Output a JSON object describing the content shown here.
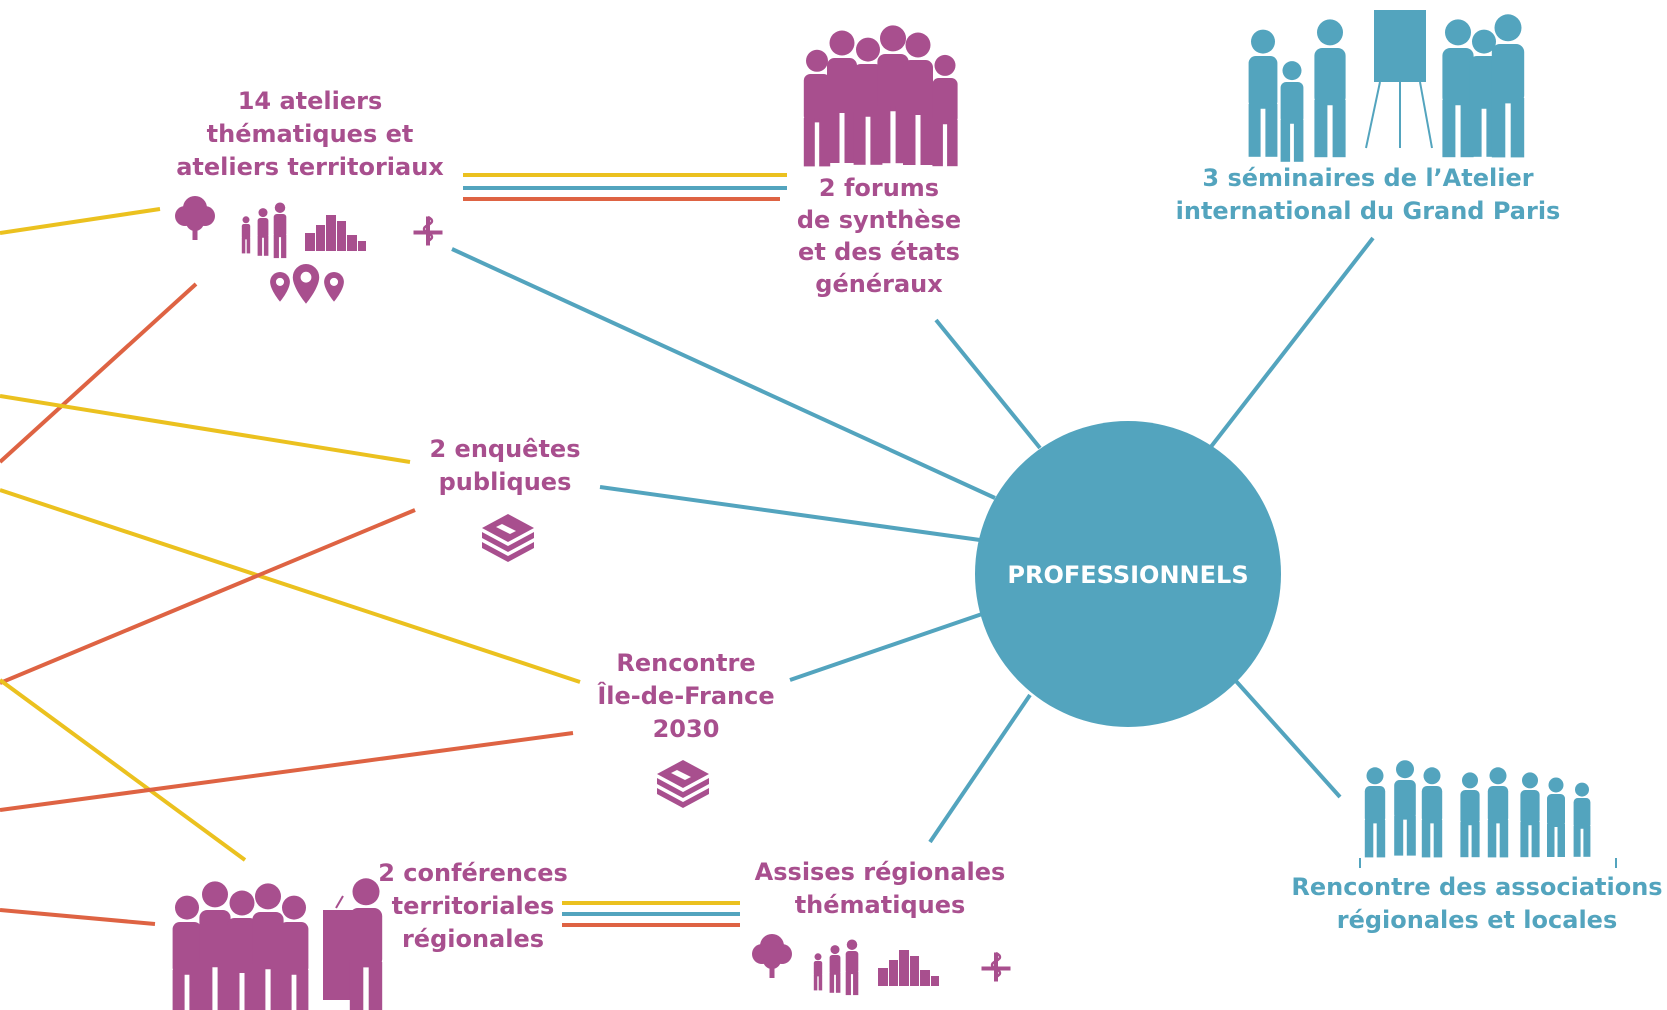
{
  "colors": {
    "magenta": "#A84F8E",
    "teal": "#53A4BE",
    "yellow": "#EBC11F",
    "orange": "#DE6343",
    "white": "#FFFFFF"
  },
  "hub": {
    "label": "PROFESSIONNELS"
  },
  "nodes": {
    "ateliers": {
      "lines": [
        "14 ateliers",
        "thématiques et",
        "ateliers territoriaux"
      ],
      "icons": [
        "tree-icon",
        "family-icon",
        "city-skyline-icon",
        "health-icon",
        "location-pins-icon"
      ]
    },
    "forums": {
      "lines": [
        "2 forums",
        "de synthèse",
        "et des états",
        "généraux"
      ],
      "icons": [
        "group-of-people-icon"
      ]
    },
    "seminaires": {
      "lines": [
        "3 séminaires de l’Atelier",
        "international du Grand Paris"
      ],
      "icons": [
        "presentation-meeting-icon"
      ]
    },
    "enquetes": {
      "lines": [
        "2 enquêtes",
        "publiques"
      ],
      "icons": [
        "books-icon"
      ]
    },
    "rencontre_idf": {
      "lines": [
        "Rencontre",
        "Île-de-France",
        "2030"
      ],
      "icons": [
        "books-icon"
      ]
    },
    "conferences": {
      "lines": [
        "2 conférences",
        "territoriales",
        "régionales"
      ],
      "icons": [
        "people-with-speaker-icon"
      ]
    },
    "assises": {
      "lines": [
        "Assises régionales",
        "thématiques"
      ],
      "icons": [
        "tree-icon",
        "family-icon",
        "city-skyline-icon",
        "health-icon"
      ]
    },
    "associations": {
      "lines": [
        "Rencontre des associations",
        "régionales et locales"
      ],
      "icons": [
        "seated-audience-icon"
      ]
    }
  }
}
